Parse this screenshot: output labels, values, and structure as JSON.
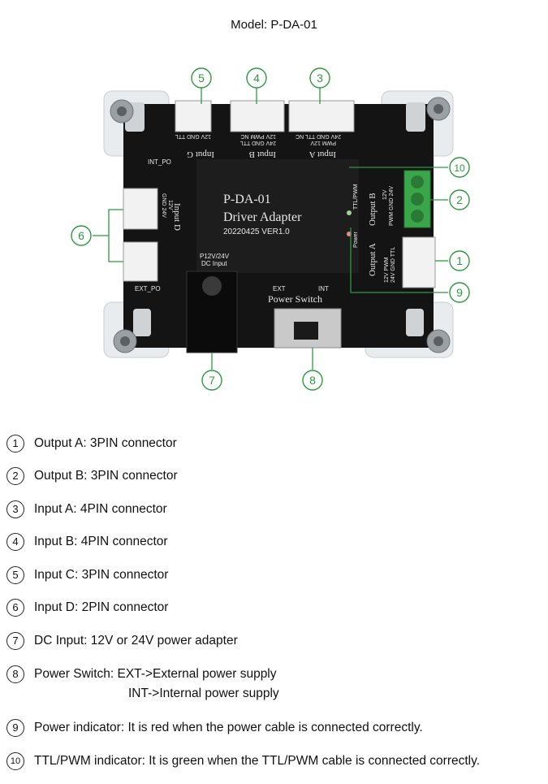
{
  "header": {
    "model": "Model: P-DA-01"
  },
  "board": {
    "name": "P-DA-01",
    "subtitle": "Driver Adapter",
    "version": "20220425 VER1.0",
    "input_a_label": "Input  A",
    "input_b_label": "Input  B",
    "input_g_label": "Input  G",
    "input_d_label": "Input  D",
    "output_a_label": "Output  A",
    "output_b_label": "Output  B",
    "int_po": "INT_PO",
    "ext_po": "EXT_PO",
    "dc_input": "P12V/24V\nDC Input",
    "power_switch": "Power  Switch",
    "ext": "EXT",
    "int": "INT",
    "pin_input_a": "24V GND TTL  NC",
    "pin_input_a2": "PWM   12V",
    "pin_input_b": "12V PWM  NC",
    "pin_input_b2": "24V GND TTL",
    "pin_input_c": "12V GND TTL",
    "pin_input_d": "GND 24V",
    "pin_input_d2": "12V",
    "pin_output_a": "12V  PWM",
    "pin_output_a2": "24V GND TTL",
    "pin_output_b": "12V",
    "pin_output_b2": "PWM GND 24V",
    "ttl_label": "TTL/PWM",
    "power_label": "Power",
    "colors": {
      "pcb": "#141414",
      "green_terminal": "#3aa64a",
      "callout": "#2e9a40"
    }
  },
  "callouts": [
    "1",
    "2",
    "3",
    "4",
    "5",
    "6",
    "7",
    "8",
    "9",
    "10"
  ],
  "legend": [
    {
      "num": "1",
      "text": "Output A: 3PIN connector"
    },
    {
      "num": "2",
      "text": "Output B: 3PIN connector"
    },
    {
      "num": "3",
      "text": "Input A: 4PIN connector"
    },
    {
      "num": "4",
      "text": "Input B: 4PIN connector"
    },
    {
      "num": "5",
      "text": "Input C: 3PIN connector"
    },
    {
      "num": "6",
      "text": "Input D: 2PIN connector"
    },
    {
      "num": "7",
      "text": "DC Input: 12V or 24V power adapter"
    },
    {
      "num": "8",
      "text": "Power Switch: EXT->External power supply",
      "text2": "INT->Internal power supply"
    },
    {
      "num": "9",
      "text": "Power indicator: It is red when the power cable is connected correctly."
    },
    {
      "num": "10",
      "text": "TTL/PWM indicator: It is green when the TTL/PWM cable is connected correctly."
    }
  ]
}
